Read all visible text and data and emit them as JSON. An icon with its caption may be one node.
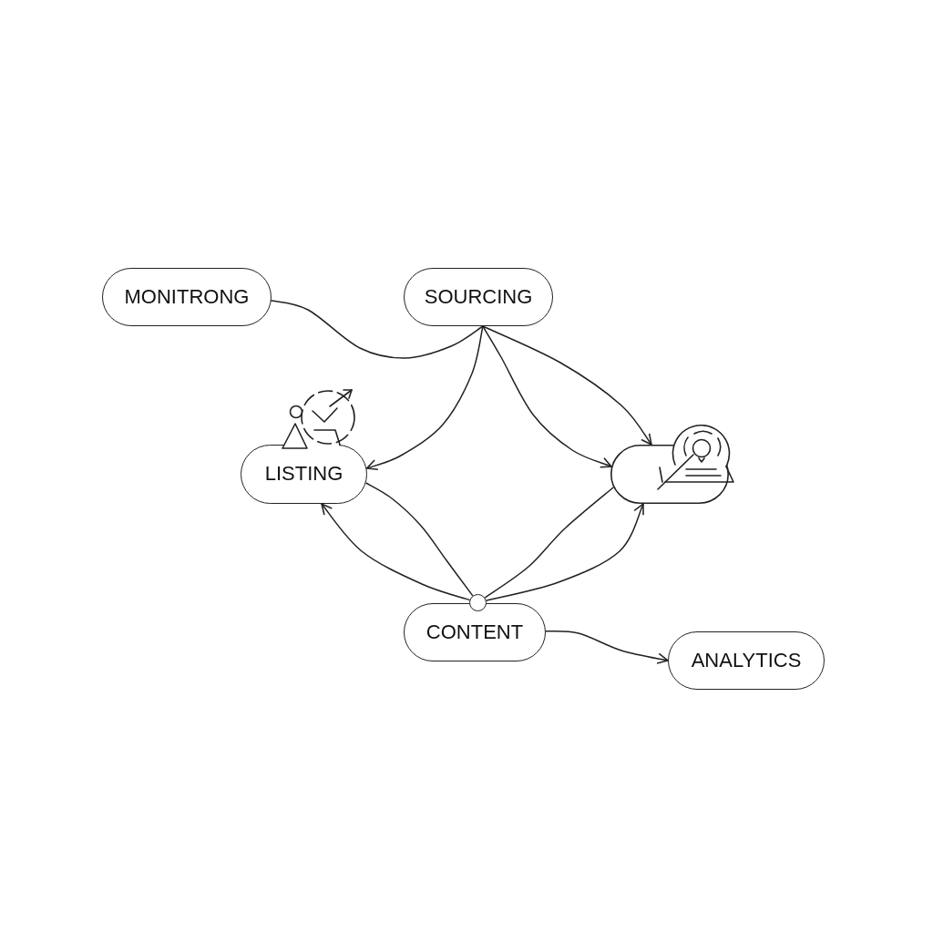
{
  "diagram": {
    "nodes": [
      {
        "text": [
          "MONITRONG"
        ]
      },
      {
        "text": [
          "SOURCING"
        ]
      },
      {
        "text": [
          "LISTING"
        ]
      },
      {
        "text": [],
        "shape": "box"
      },
      {
        "text": [],
        "shape": "circle"
      },
      {
        "text": [
          "CONTENT"
        ]
      },
      {
        "text": [
          "ANALYTICS"
        ]
      }
    ],
    "edges": [
      {
        "from": 0,
        "to": 1,
        "arrow": "none"
      },
      {
        "from": 1,
        "to": 2,
        "arrow": "to"
      },
      {
        "from": 1,
        "to": 3,
        "arrow": "to"
      },
      {
        "from": 1,
        "to": 3,
        "arrow": "to"
      },
      {
        "from": 4,
        "to": 2,
        "arrow": "to"
      },
      {
        "from": 4,
        "to": 2,
        "arrow": "none"
      },
      {
        "from": 4,
        "to": 3,
        "arrow": "none"
      },
      {
        "from": 4,
        "to": 3,
        "arrow": "to"
      },
      {
        "from": 5,
        "to": 6,
        "arrow": "to"
      }
    ]
  }
}
